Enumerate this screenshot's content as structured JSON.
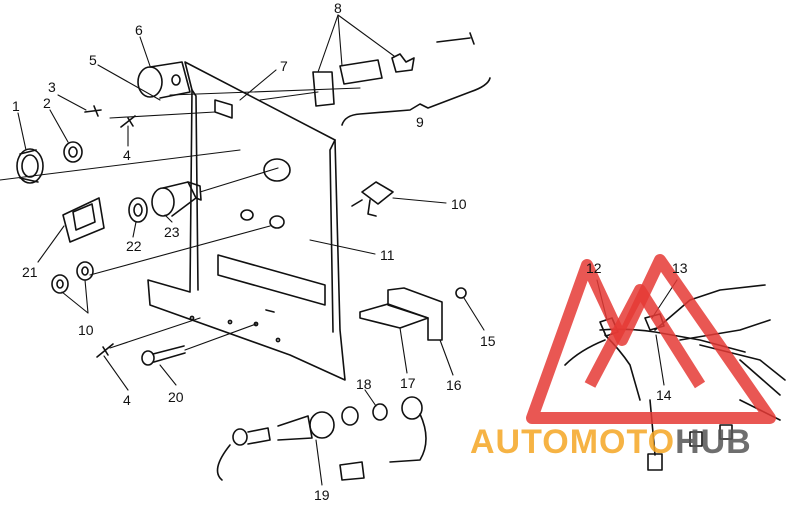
{
  "diagram": {
    "labels": [
      {
        "id": "c1",
        "text": "1"
      },
      {
        "id": "c2",
        "text": "2"
      },
      {
        "id": "c3",
        "text": "3"
      },
      {
        "id": "c4a",
        "text": "4"
      },
      {
        "id": "c5",
        "text": "5"
      },
      {
        "id": "c6",
        "text": "6"
      },
      {
        "id": "c7",
        "text": "7"
      },
      {
        "id": "c8",
        "text": "8"
      },
      {
        "id": "c9",
        "text": "9"
      },
      {
        "id": "c10a",
        "text": "10"
      },
      {
        "id": "c11",
        "text": "11"
      },
      {
        "id": "c12",
        "text": "12"
      },
      {
        "id": "c13",
        "text": "13"
      },
      {
        "id": "c14",
        "text": "14"
      },
      {
        "id": "c15",
        "text": "15"
      },
      {
        "id": "c16",
        "text": "16"
      },
      {
        "id": "c17",
        "text": "17"
      },
      {
        "id": "c18",
        "text": "18"
      },
      {
        "id": "c19",
        "text": "19"
      },
      {
        "id": "c20",
        "text": "20"
      },
      {
        "id": "c21",
        "text": "21"
      },
      {
        "id": "c22",
        "text": "22"
      },
      {
        "id": "c23",
        "text": "23"
      },
      {
        "id": "c10b",
        "text": "10"
      },
      {
        "id": "c4b",
        "text": "4"
      }
    ]
  },
  "watermark": {
    "part1": "AUTOMOTO",
    "part2": "HUB",
    "color_orange": "#f5a623",
    "color_red": "#e53935",
    "color_gray": "#555555"
  }
}
